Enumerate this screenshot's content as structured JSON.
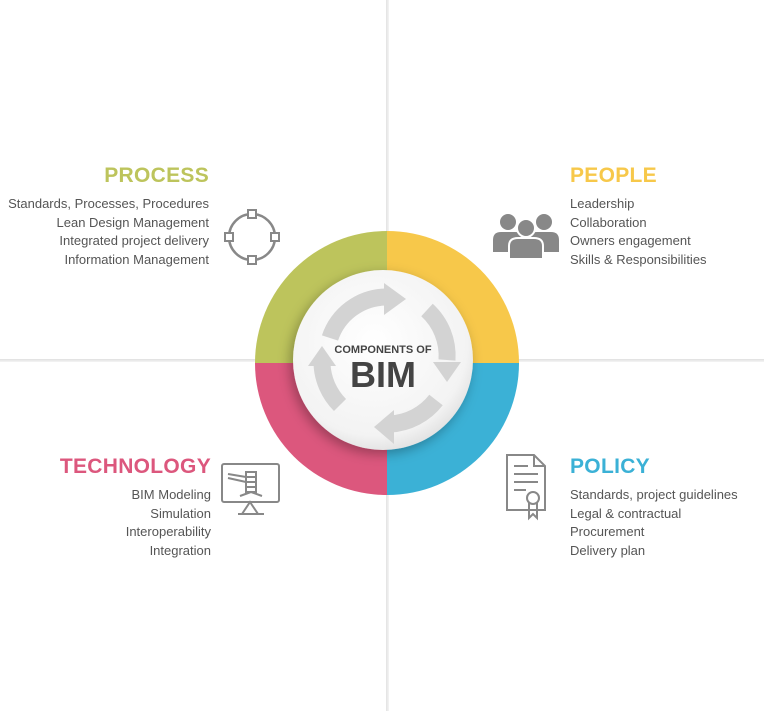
{
  "center": {
    "subtitle": "COMPONENTS OF",
    "title": "BIM"
  },
  "quadrants": [
    {
      "key": "process",
      "title": "PROCESS",
      "color": "#BDC45C",
      "icon": "cycle-icon",
      "items": [
        "Standards, Processes, Procedures",
        "Lean Design Management",
        "Integrated project delivery",
        "Information Management"
      ]
    },
    {
      "key": "people",
      "title": "PEOPLE",
      "color": "#F7C84A",
      "icon": "people-group-icon",
      "items": [
        "Leadership",
        "Collaboration",
        "Owners engagement",
        "Skills & Responsibilities"
      ]
    },
    {
      "key": "technology",
      "title": "TECHNOLOGY",
      "color": "#DC577D",
      "icon": "monitor-building-icon",
      "items": [
        "BIM Modeling",
        "Simulation",
        "Interoperability",
        "Integration"
      ]
    },
    {
      "key": "policy",
      "title": "POLICY",
      "color": "#3BB1D6",
      "icon": "certificate-document-icon",
      "items": [
        "Standards, project guidelines",
        "Legal & contractual",
        "Procurement",
        "Delivery plan"
      ]
    }
  ]
}
